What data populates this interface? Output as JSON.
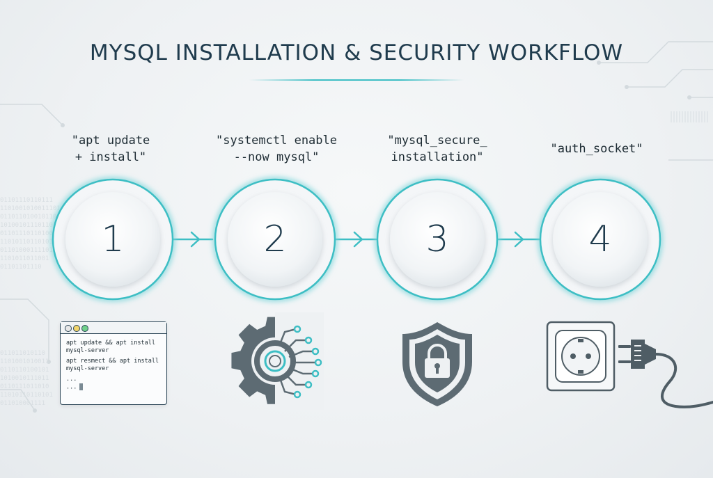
{
  "title": "MYSQL INSTALLATION & SECURITY WORKFLOW",
  "steps": [
    {
      "number": "1",
      "caption": "\"apt update\n+ install\"",
      "icon": "terminal-window-icon"
    },
    {
      "number": "2",
      "caption": "\"systemctl enable\n--now mysql\"",
      "icon": "gear-circuit-icon"
    },
    {
      "number": "3",
      "caption": "\"mysql_secure_\ninstallation\"",
      "icon": "shield-lock-icon"
    },
    {
      "number": "4",
      "caption": "\"auth_socket\"",
      "icon": "socket-plug-icon"
    }
  ],
  "terminal": {
    "lines": [
      "apt update && apt install",
      "mysql-server",
      "apt resmect && apt install",
      "mysql-server",
      "...",
      "..."
    ]
  },
  "colors": {
    "accent": "#3dbec4",
    "ink": "#1f3b4d",
    "icon_gray": "#5d6b73"
  }
}
